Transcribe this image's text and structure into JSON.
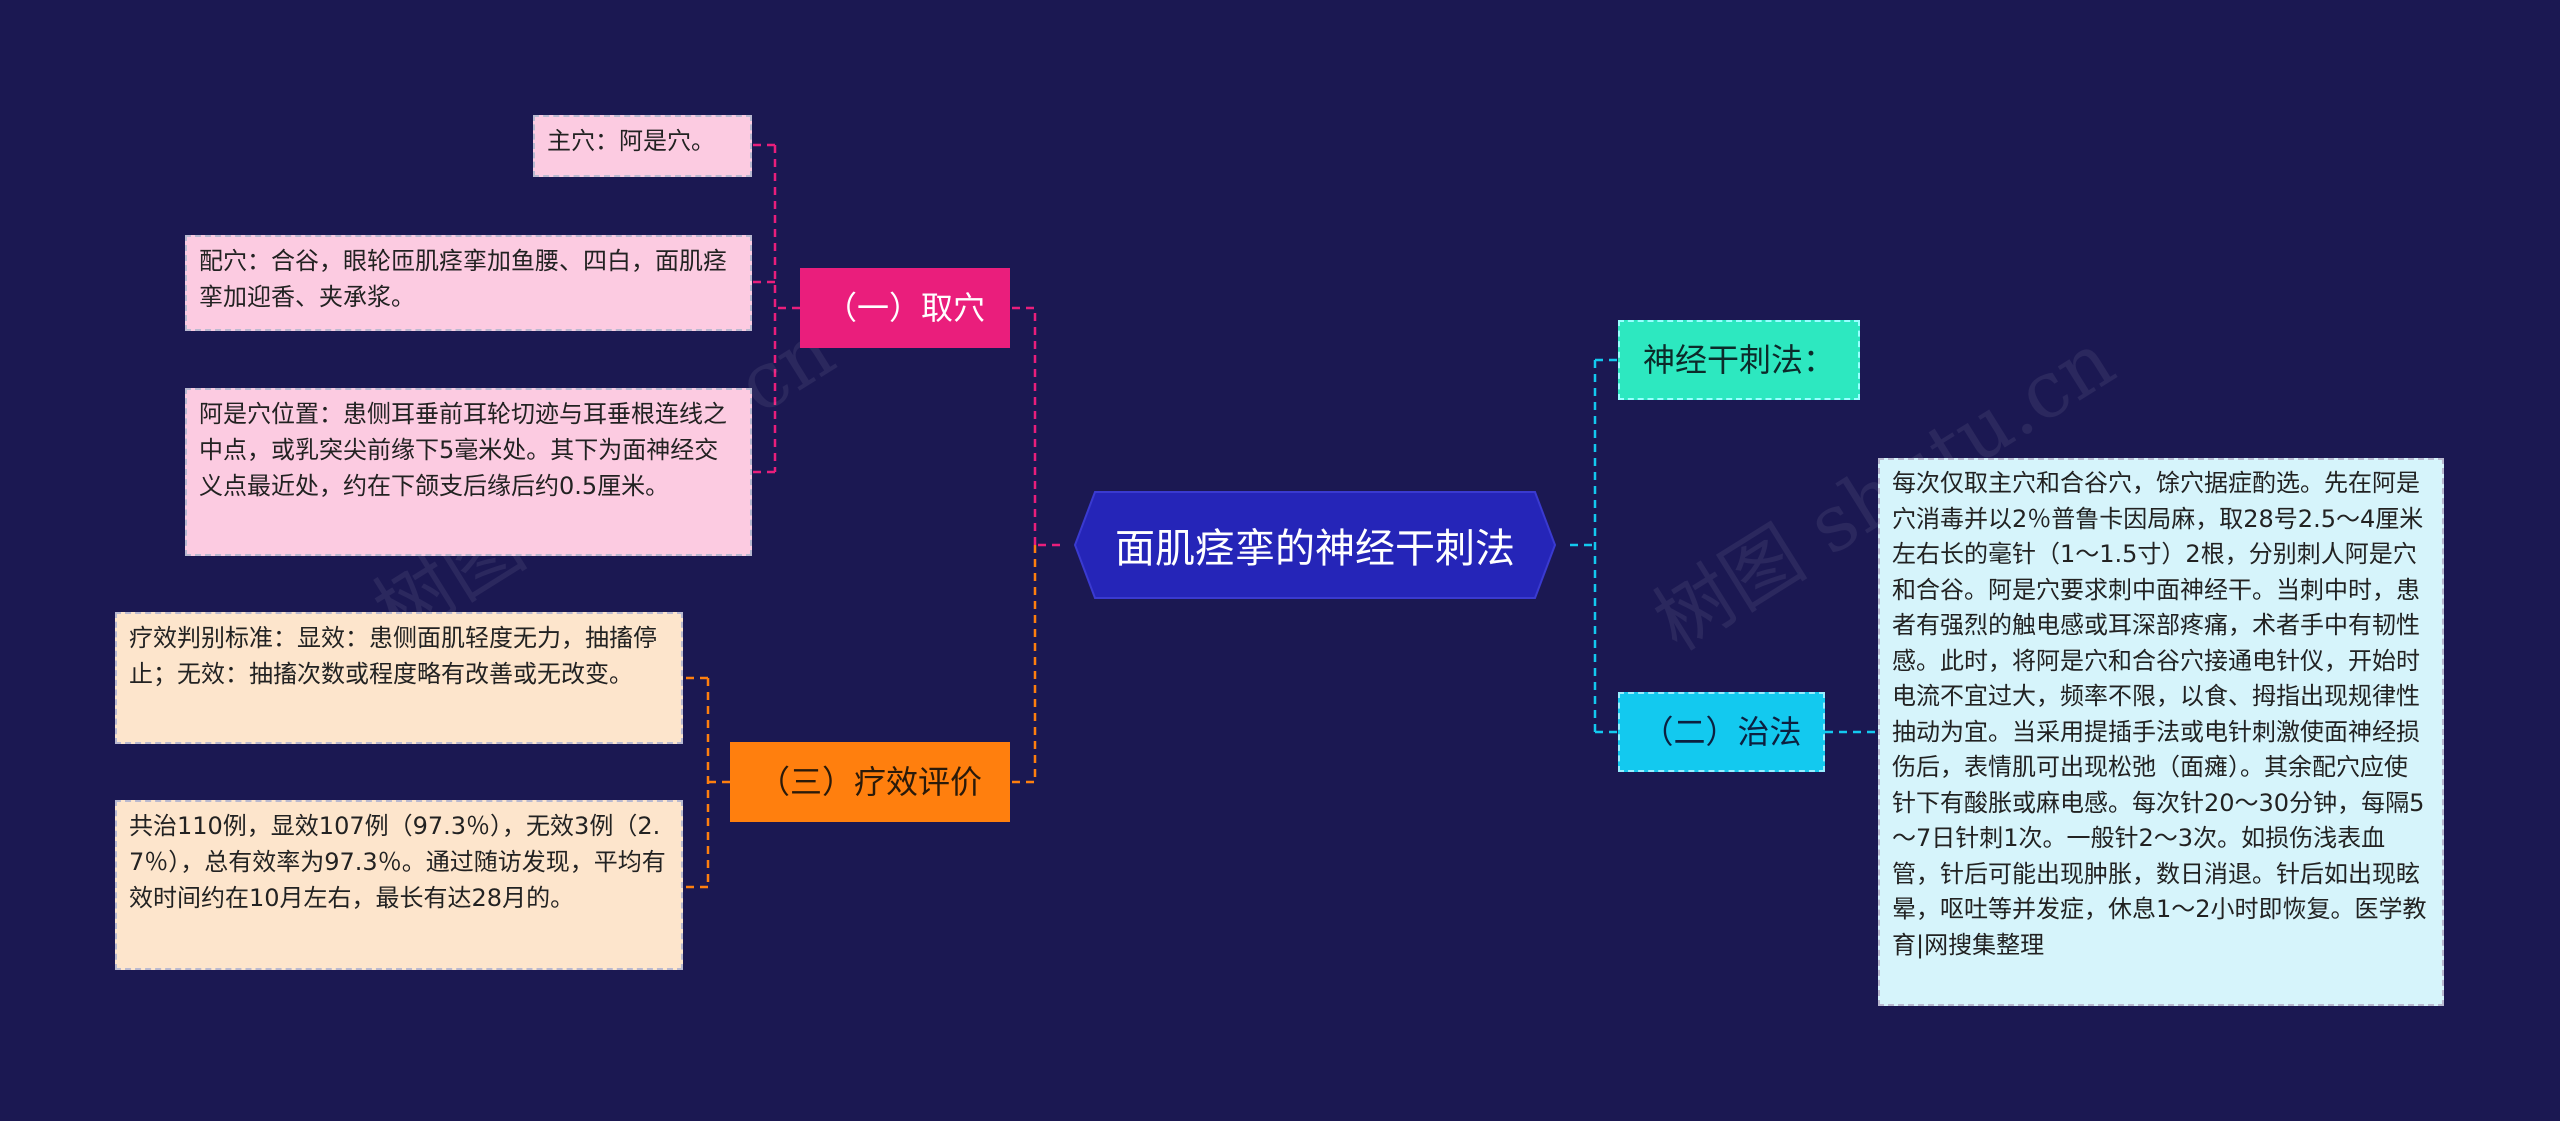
{
  "center": {
    "title": "面肌痉挛的神经干刺法"
  },
  "left": {
    "branch1": {
      "label": "（一）取穴",
      "leaves": [
        "主穴：阿是穴。",
        "配穴：合谷，眼轮匝肌痉挛加鱼腰、四白，面肌痉挛加迎香、夹承浆。",
        "阿是穴位置：患侧耳垂前耳轮切迹与耳垂根连线之中点，或乳突尖前缘下5毫米处。其下为面神经交义点最近处，约在下颌支后缘后约0.5厘米。"
      ]
    },
    "branch3": {
      "label": "（三）疗效评价",
      "leaves": [
        "疗效判别标准：显效：患侧面肌轻度无力，抽搐停止；无效：抽搐次数或程度略有改善或无改变。",
        "共治110例，显效107例（97.3％），无效3例（2.7％），总有效率为97.3％。通过随访发现，平均有效时间约在10月左右，最长有达28月的。"
      ]
    }
  },
  "right": {
    "branch_a": {
      "label": "神经干刺法："
    },
    "branch2": {
      "label": "（二）治法",
      "leaves": [
        "每次仅取主穴和合谷穴，馀穴据症酌选。先在阿是穴消毒并以2％普鲁卡因局麻，取28号2.5～4厘米左右长的毫针（1～1.5寸）2根，分别刺人阿是穴和合谷。阿是穴要求刺中面神经干。当刺中时，患者有强烈的触电感或耳深部疼痛，术者手中有韧性感。此时，将阿是穴和合谷穴接通电针仪，开始时电流不宜过大，频率不限，以食、拇指出现规律性抽动为宜。当采用提插手法或电针刺激使面神经损伤后，表情肌可出现松弛（面瘫）。其余配穴应使针下有酸胀或麻电感。每次针20～30分钟，每隔5～7日针刺1次。一般针2～3次。如损伤浅表血管，针后可能出现肿胀，数日消退。针后如出现眩晕，呕吐等并发症，休息1～2小时即恢复。医学教育|网搜集整理"
      ]
    }
  },
  "watermarks": [
    "树图 shutu.cn",
    "树图 shutu.cn"
  ],
  "colors": {
    "background": "#1b1852",
    "center": "#2525b8",
    "pink": "#ea1e7c",
    "orange": "#ff7f0e",
    "teal": "#2de8c0",
    "cyan": "#13c9ef"
  }
}
